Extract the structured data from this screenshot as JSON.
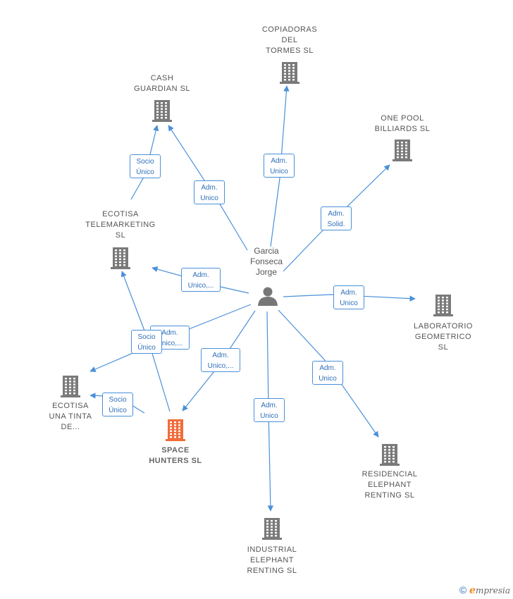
{
  "colors": {
    "edge": "#4a90d9",
    "company": "#7a7a7a",
    "main_company": "#f26b3a",
    "person": "#777777"
  },
  "person": {
    "label": "Garcia\nFonseca\nJorge",
    "icon": "person-icon"
  },
  "companies": [
    {
      "id": "cash",
      "label": "CASH\nGUARDIAN  SL",
      "main": false
    },
    {
      "id": "copiadoras",
      "label": "COPIADORAS\nDEL\nTORMES  SL",
      "main": false
    },
    {
      "id": "onepool",
      "label": "ONE POOL\nBILLIARDS  SL",
      "main": false
    },
    {
      "id": "telemarketing",
      "label": "ECOTISA\nTELEMARKETING\nSL",
      "main": false
    },
    {
      "id": "laboratorio",
      "label": "LABORATORIO\nGEOMETRICO\nSL",
      "main": false
    },
    {
      "id": "unatinta",
      "label": "ECOTISA\nUNA TINTA\nDE...",
      "main": false
    },
    {
      "id": "space",
      "label": "SPACE\nHUNTERS  SL",
      "main": true
    },
    {
      "id": "residencial",
      "label": "RESIDENCIAL\nELEPHANT\nRENTING  SL",
      "main": false
    },
    {
      "id": "industrial",
      "label": "INDUSTRIAL\nELEPHANT\nRENTING  SL",
      "main": false
    }
  ],
  "edges": [
    {
      "from": "person",
      "to": "copiadoras",
      "label": "Adm.\nUnico"
    },
    {
      "from": "person",
      "to": "cash",
      "label": "Adm.\nUnico"
    },
    {
      "from": "person",
      "to": "onepool",
      "label": "Adm.\nSolid."
    },
    {
      "from": "person",
      "to": "telemarketing",
      "label": "Adm.\nUnico,..."
    },
    {
      "from": "person",
      "to": "laboratorio",
      "label": "Adm.\nUnico"
    },
    {
      "from": "person",
      "to": "unatinta",
      "label": "Adm.\nUnico,..."
    },
    {
      "from": "person",
      "to": "space",
      "label": "Adm.\nUnico,..."
    },
    {
      "from": "person",
      "to": "residencial",
      "label": "Adm.\nUnico"
    },
    {
      "from": "person",
      "to": "industrial",
      "label": "Adm.\nUnico"
    },
    {
      "from": "telemarketing",
      "to": "cash",
      "label": "Socio\nÚnico"
    },
    {
      "from": "space",
      "to": "telemarketing",
      "label": "Socio\nÚnico"
    },
    {
      "from": "space",
      "to": "unatinta",
      "label": "Socio\nÚnico"
    }
  ],
  "footer": {
    "copyright": "©",
    "brand_initial": "e",
    "brand_rest": "mpresia"
  }
}
